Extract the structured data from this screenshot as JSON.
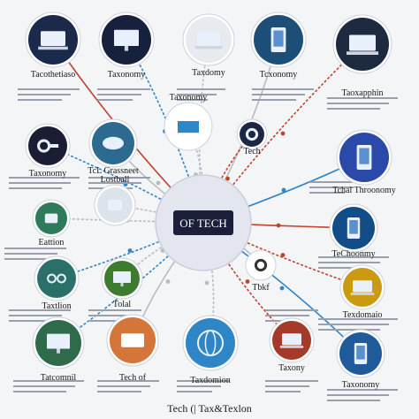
{
  "hub": {
    "label": "OF TECH",
    "color": "#1c1f3a",
    "ring": "#e3e6ee"
  },
  "nodes": [
    {
      "id": "n1",
      "label": "Tacothetiaso",
      "color": "#1b2a4a",
      "icon": "laptop-icon"
    },
    {
      "id": "n2",
      "label": "Taxonomy",
      "color": "#17203d",
      "icon": "monitor-icon"
    },
    {
      "id": "n3",
      "label": "Taxdomy",
      "color": "#e8eaf0",
      "icon": "laptop-icon"
    },
    {
      "id": "n4",
      "label": "Tcxonomy",
      "color": "#1c4e78",
      "icon": "tablet-icon"
    },
    {
      "id": "n5",
      "label": "Taoxapphin",
      "color": "#1e2a40",
      "icon": "laptop-icon"
    },
    {
      "id": "n6",
      "label": "Taxonomy",
      "color": "#1a1d33",
      "icon": "key-icon"
    },
    {
      "id": "n7",
      "label": "TcL Grassneet",
      "color": "#2d6a8f",
      "icon": "cloud-icon"
    },
    {
      "id": "n8",
      "label": "Taxonomy",
      "color": "#ffffff",
      "icon": "chart-icon"
    },
    {
      "id": "n9",
      "label": "Tech",
      "color": "#1d2644",
      "icon": "chip-icon"
    },
    {
      "id": "n10",
      "label": "Tchal Throonomy",
      "color": "#2a49a8",
      "icon": "phone-icon"
    },
    {
      "id": "n11",
      "label": "Eattion",
      "color": "#2e7a5a",
      "icon": "browser-icon"
    },
    {
      "id": "n12",
      "label": "Lostball",
      "color": "#dde3ea",
      "icon": "device-icon"
    },
    {
      "id": "n13",
      "label": "TeChoonmy",
      "color": "#134d88",
      "icon": "tablet-icon"
    },
    {
      "id": "n14",
      "label": "Taxtlion",
      "color": "#2b6f6a",
      "icon": "glasses-icon"
    },
    {
      "id": "n15",
      "label": "Tolal",
      "color": "#3d7b2e",
      "icon": "screen-icon"
    },
    {
      "id": "n16",
      "label": "Tbkf",
      "color": "#ffffff",
      "icon": "gear-icon"
    },
    {
      "id": "n17",
      "label": "Texdomaio",
      "color": "#c99a12",
      "icon": "laptop-icon"
    },
    {
      "id": "n18",
      "label": "Tatcomnil",
      "color": "#2f6a4a",
      "icon": "monitor-icon"
    },
    {
      "id": "n19",
      "label": "Tech of",
      "color": "#d4763a",
      "icon": "cart-icon"
    },
    {
      "id": "n20",
      "label": "Taxdomion",
      "color": "#2f86c7",
      "icon": "globe-icon"
    },
    {
      "id": "n21",
      "label": "Taxony",
      "color": "#a33a2a",
      "icon": "laptop-icon"
    },
    {
      "id": "n22",
      "label": "Taxonomy",
      "color": "#1f5a9a",
      "icon": "tablet-icon"
    }
  ],
  "footer": "Tech (| Tax&Texlon",
  "colors": {
    "connector": "#b8bcc6",
    "accent_red": "#c2432f",
    "accent_blue": "#2f86c7"
  }
}
